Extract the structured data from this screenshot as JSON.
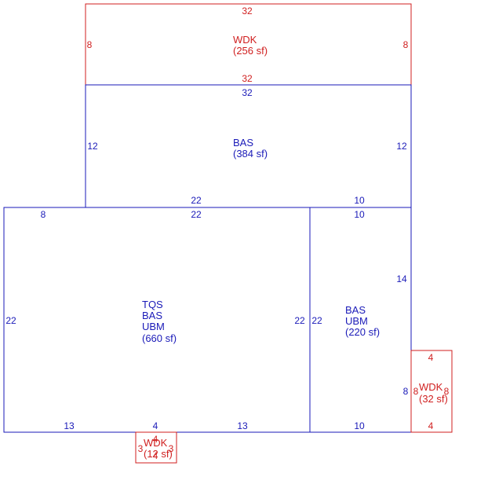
{
  "colors": {
    "red": "#d01f1f",
    "blue": "#1a1ab8",
    "background": "#ffffff"
  },
  "areas": {
    "wdk_top": {
      "code": "WDK",
      "area": "(256 sf)"
    },
    "bas_top": {
      "code": "BAS",
      "area": "(384 sf)"
    },
    "main": {
      "codes": [
        "TQS",
        "BAS",
        "UBM"
      ],
      "area": "(660 sf)"
    },
    "right": {
      "codes": [
        "BAS",
        "UBM"
      ],
      "area": "(220 sf)"
    },
    "wdk_right": {
      "code": "WDK",
      "area": "(32 sf)"
    },
    "wdk_small": {
      "code": "WDK",
      "area": "(12 sf)"
    }
  },
  "dimensions": {
    "wdk_top": {
      "top": "32",
      "bottom": "32",
      "left": "8",
      "right": "8"
    },
    "bas_top": {
      "top": "32",
      "left": "12",
      "right": "12",
      "bottom_a": "22",
      "bottom_b": "10"
    },
    "main": {
      "top_left": "8",
      "top_mid": "22",
      "left": "22",
      "right": "22",
      "bottom_a": "13",
      "bottom_b": "4",
      "bottom_c": "13"
    },
    "right": {
      "top": "10",
      "right_upper": "14",
      "left": "22",
      "right_lower": "8",
      "bottom": "10"
    },
    "wdk_right": {
      "top": "4",
      "bottom": "4",
      "left": "8",
      "right": "8"
    },
    "wdk_small": {
      "top": "4",
      "bottom": "4",
      "left": "3",
      "right": "3"
    }
  }
}
